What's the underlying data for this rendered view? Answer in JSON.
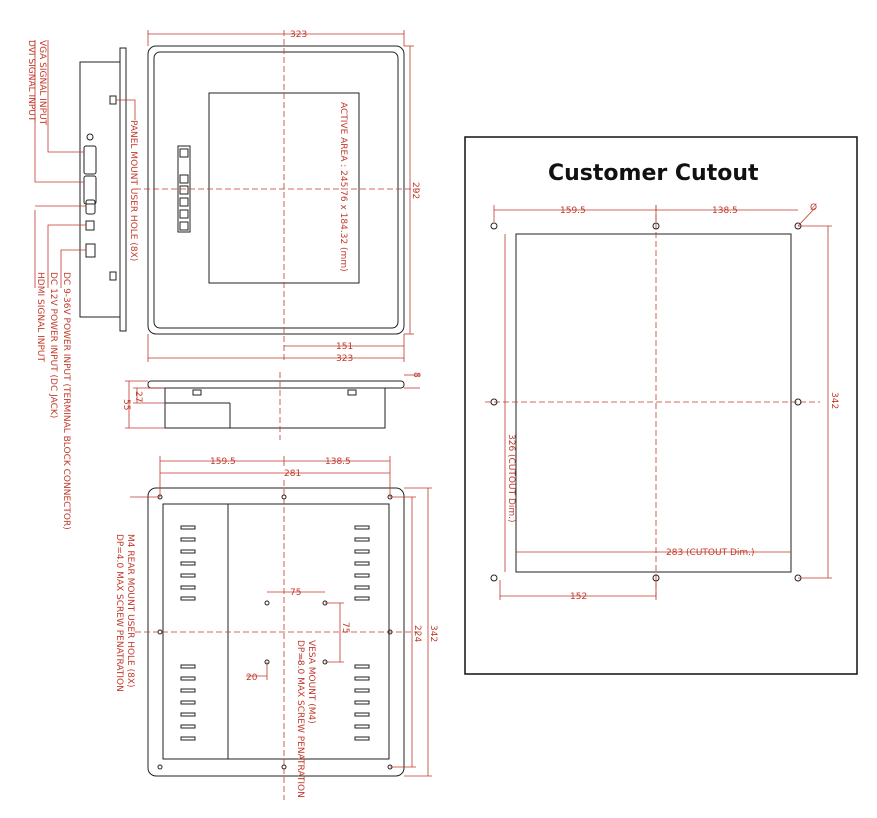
{
  "front_view": {
    "width_top": "323",
    "height_right": "292",
    "active_area": "ACTIVE AREA : 245.76 x 184.32 (mm)",
    "dim_151": "151",
    "dim_323_bottom": "323"
  },
  "left_labels": {
    "vga": "VGA SIGNAL INPUT",
    "dvi": "DVI SIGNAL INPUT",
    "panel_mount": "PANEL MOUNT USER HOLE (8X)",
    "dc_9_36": "DC 9-36V POWER INPUT (TERMINAL BLOCK CONNECTOR)",
    "dc_12": "DC 12V POWER INPUT (DC JACK)",
    "hdmi": "HDMI SIGNAL INPUT"
  },
  "side_view": {
    "d8": "8",
    "d27": "27",
    "d55": "55"
  },
  "rear_view": {
    "d159": "159.5",
    "d138": "138.5",
    "d281": "281",
    "d75h": "75",
    "d75v": "75",
    "d20": "20",
    "d224": "224",
    "d342": "342",
    "rear_hole_1": "M4 REAR MOUNT USER HOLE (8X)",
    "rear_hole_2": "DP=4.0 MAX SCREW PENATRATION",
    "vesa_1": "VESA MOUNT (M4)",
    "vesa_2": "DP=8.0 MAX SCREW PENATRATION"
  },
  "cutout": {
    "title": "Customer Cutout",
    "d159": "159.5",
    "d138": "138.5",
    "d342": "342",
    "d326": "326 (CUTOUT Dim.)",
    "d283": "283 (CUTOUT Dim.)",
    "d152": "152",
    "phi": "Ø"
  }
}
